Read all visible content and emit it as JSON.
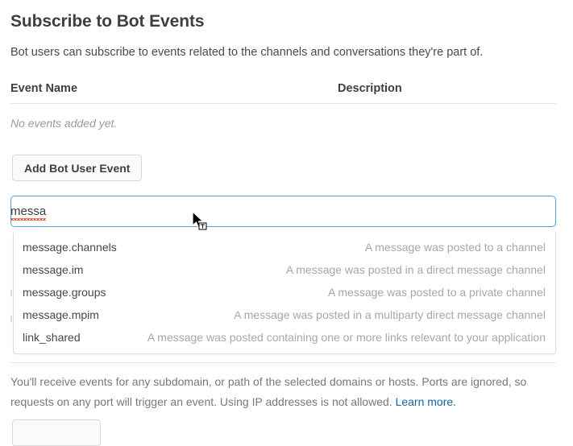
{
  "page": {
    "title": "Subscribe to Bot Events",
    "subtitle": "Bot users can subscribe to events related to the channels and conversations they're part of."
  },
  "events_table": {
    "columns": {
      "event_name": "Event Name",
      "description": "Description"
    },
    "empty_message": "No events added yet."
  },
  "actions": {
    "add_bot_user_event": "Add Bot User Event"
  },
  "search": {
    "value": "messa",
    "placeholder": "",
    "spellcheck_underline": true,
    "focused": true
  },
  "suggestions": [
    {
      "name": "message.channels",
      "description": "A message was posted to a channel"
    },
    {
      "name": "message.im",
      "description": "A message was posted in a direct message channel"
    },
    {
      "name": "message.groups",
      "description": "A message was posted to a private channel"
    },
    {
      "name": "message.mpim",
      "description": "A message was posted in a multiparty direct message channel"
    },
    {
      "name": "link_shared",
      "description": "A message was posted containing one or more links relevant to your application"
    }
  ],
  "footer": {
    "note": "You'll receive events for any subdomain, or path of the selected domains or hosts. Ports are ignored, so requests on any port will trigger an event. Using IP addresses is not allowed. ",
    "link_label": "Learn more."
  },
  "colors": {
    "focus_border": "#4fa3e3",
    "link": "#1264a3",
    "spellcheck": "#e8503a",
    "text_primary": "#3c3f43",
    "text_muted": "#a6a7ab",
    "divider": "#e4e4e4"
  }
}
